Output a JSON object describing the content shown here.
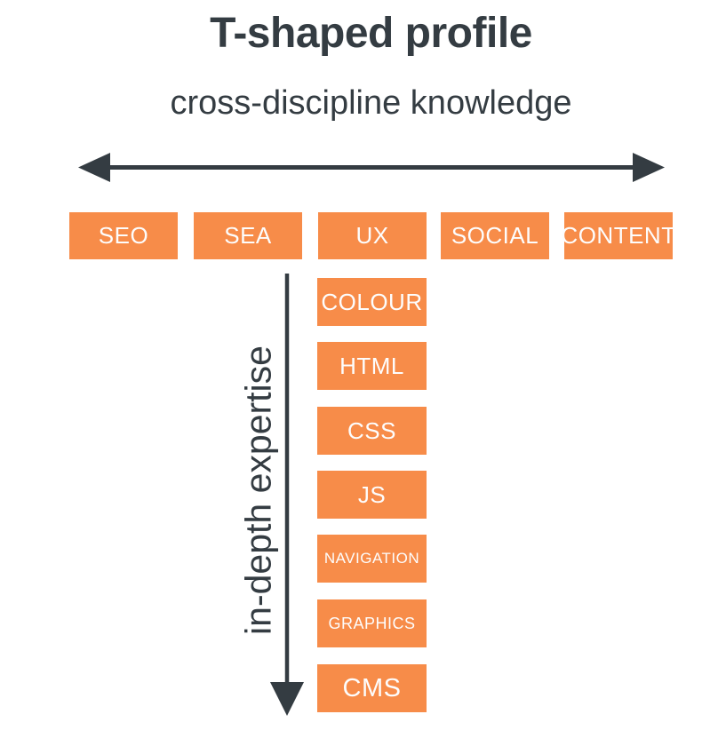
{
  "title": "T-shaped profile",
  "subtitle": "cross-discipline knowledge",
  "vertical_label": "in-depth expertise",
  "colors": {
    "accent_orange": "#F78C49",
    "dark_slate": "#343C42",
    "box_text": "#FDFDFD",
    "background": "#FFFFFF"
  },
  "top_row": [
    {
      "label": "SEO"
    },
    {
      "label": "SEA"
    },
    {
      "label": "UX"
    },
    {
      "label": "SOCIAL"
    },
    {
      "label": "CONTENT"
    }
  ],
  "column": [
    {
      "label": "COLOUR"
    },
    {
      "label": "HTML"
    },
    {
      "label": "CSS"
    },
    {
      "label": "JS"
    },
    {
      "label": "NAVIGATION"
    },
    {
      "label": "GRAPHICS"
    },
    {
      "label": "CMS"
    }
  ]
}
